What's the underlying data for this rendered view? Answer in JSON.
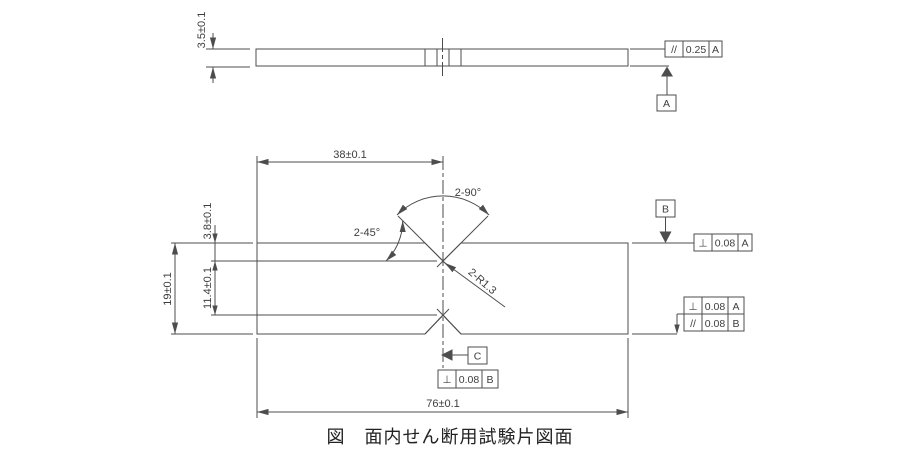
{
  "caption": "図　面内せん断用試験片図面",
  "colors": {
    "line": "#4d4d4d",
    "text": "#3d3d3d",
    "background": "#ffffff"
  },
  "side_view": {
    "thickness_dim": "3.5±0.1",
    "parallelism_fcf": {
      "symbol": "//",
      "tolerance": "0.25",
      "datum": "A"
    },
    "datum_a_label": "A"
  },
  "front_view": {
    "notch_center_dim": "38±0.1",
    "notch_angle_dim": "2-90°",
    "notch_open_angle_dim": "2-45°",
    "notch_radius_dim": "2-R1.3",
    "notch_depth_dim": "3.8±0.1",
    "width_dim": "19±0.1",
    "notch_tip_span_dim": "11.4±0.1",
    "length_dim": "76±0.1",
    "datum_b_label": "B",
    "datum_c_label": "C",
    "top_edge_fcf": {
      "symbol": "⊥",
      "tolerance": "0.08",
      "datum": "A"
    },
    "bottom_edge_fcf_rows": [
      {
        "symbol": "⊥",
        "tolerance": "0.08",
        "datum": "A"
      },
      {
        "symbol": "//",
        "tolerance": "0.08",
        "datum": "B"
      }
    ],
    "notch_fcf": {
      "symbol": "⊥",
      "tolerance": "0.08",
      "datum": "B"
    }
  }
}
